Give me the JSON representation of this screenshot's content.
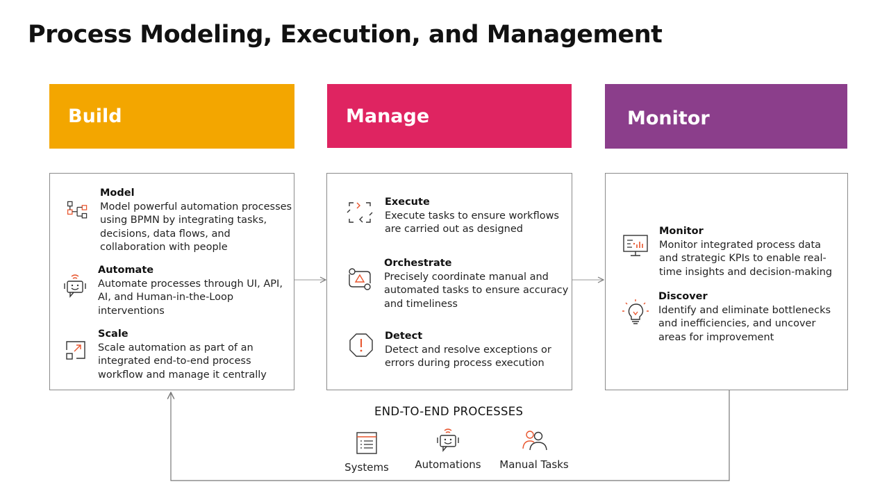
{
  "title": "Process Modeling, Execution, and Management",
  "colors": {
    "build": "#F3A600",
    "manage": "#DF2461",
    "monitor": "#8B3E8B",
    "icon_accent": "#E8542C",
    "icon_dark": "#333333"
  },
  "columns": {
    "build": {
      "banner": "Build",
      "items": [
        {
          "heading": "Model",
          "text": "Model powerful automation processes using BPMN by integrating tasks, decisions, data flows, and collaboration with people",
          "icon": "process-flow-icon"
        },
        {
          "heading": "Automate",
          "text": "Automate processes through UI, API, AI, and Human-in-the-Loop interventions",
          "icon": "robot-chat-icon"
        },
        {
          "heading": "Scale",
          "text": "Scale automation as part of an integrated end-to-end process workflow and manage it centrally",
          "icon": "scale-expand-icon"
        }
      ]
    },
    "manage": {
      "banner": "Manage",
      "items": [
        {
          "heading": "Execute",
          "text": "Execute tasks to ensure workflows are carried out as designed",
          "icon": "execute-brackets-icon"
        },
        {
          "heading": "Orchestrate",
          "text": "Precisely coordinate manual and automated tasks to ensure accuracy and timeliness",
          "icon": "orchestrate-icon"
        },
        {
          "heading": "Detect",
          "text": "Detect and resolve exceptions or errors during process execution",
          "icon": "alert-octagon-icon"
        }
      ]
    },
    "monitor": {
      "banner": "Monitor",
      "items": [
        {
          "heading": "Monitor",
          "text": "Monitor integrated process data and strategic KPIs to enable real-time insights and decision-making",
          "icon": "dashboard-monitor-icon"
        },
        {
          "heading": "Discover",
          "text": "Identify and eliminate bottlenecks and inefficiencies, and uncover areas for improvement",
          "icon": "lightbulb-icon"
        }
      ]
    }
  },
  "end_to_end": {
    "title": "END-TO-END PROCESSES",
    "items": [
      {
        "label": "Systems",
        "icon": "systems-document-icon"
      },
      {
        "label": "Automations",
        "icon": "robot-chat-icon"
      },
      {
        "label": "Manual Tasks",
        "icon": "people-icon"
      }
    ]
  }
}
